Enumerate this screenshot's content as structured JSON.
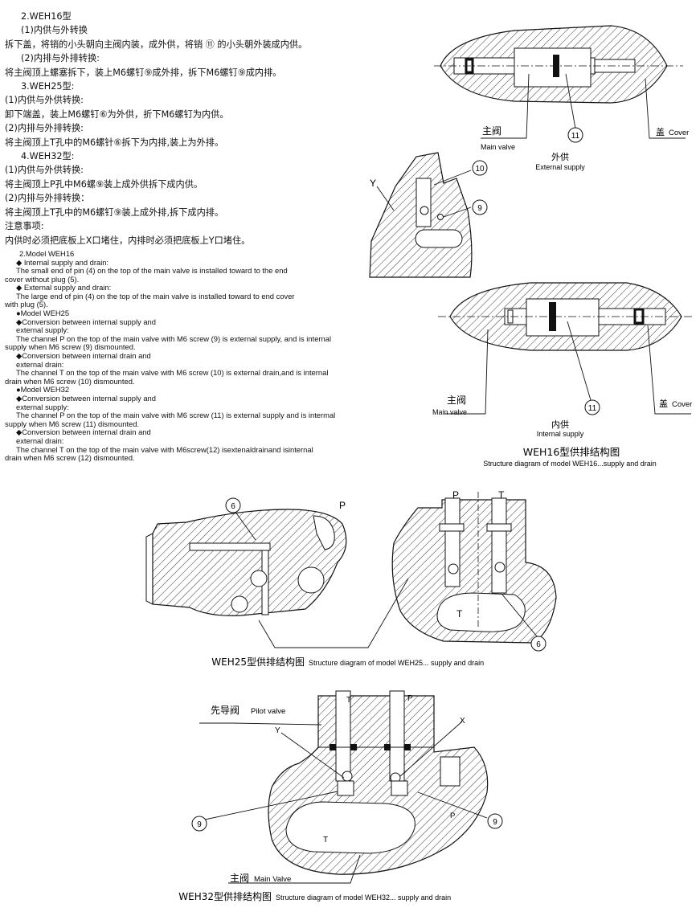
{
  "text_zh": [
    {
      "text": "2.WEH16型",
      "indent": 1
    },
    {
      "text": "(1)内供与外转换",
      "indent": 1
    },
    {
      "text": "拆下盖，将销的小头朝向主阀内装，成外供，将销 ⑪ 的小头朝外装成内供。",
      "indent": 0
    },
    {
      "text": "(2)内排与外排转换:",
      "indent": 1
    },
    {
      "text": "将主阀顶上螺塞拆下，装上M6螺钉⑨成外排，拆下M6螺钉⑨成内排。",
      "indent": 0
    },
    {
      "text": "3.WEH25型:",
      "indent": 1
    },
    {
      "text": "(1)内供与外供转换:",
      "indent": 0
    },
    {
      "text": "卸下端盖，装上M6螺钉⑥为外供，折下M6螺钉为内供。",
      "indent": 0
    },
    {
      "text": "(2)内排与外排转换:",
      "indent": 0
    },
    {
      "text": "将主阀顶上T孔中的M6螺针⑥拆下为内排,装上为外排。",
      "indent": 0
    },
    {
      "text": "4.WEH32型:",
      "indent": 1
    },
    {
      "text": "(1)内供与外供转换:",
      "indent": 0
    },
    {
      "text": "将主阀顶上P孔中M6螺⑨装上成外供拆下成内供。",
      "indent": 0
    },
    {
      "text": "(2)内排与外排转换：",
      "indent": 0
    },
    {
      "text": "将主阀顶上T孔中的M6螺钉⑨装上成外排,拆下成内排。",
      "indent": 0
    },
    {
      "text": "注意事项:",
      "indent": 0
    },
    {
      "text": "内供时必须把底板上X口堵住，内排时必须把底板上Y口堵住。",
      "indent": 0
    }
  ],
  "text_en": [
    {
      "text": "2.Model WEH16",
      "indent": 1
    },
    {
      "text": "◆ Internal supply and drain:",
      "indent": 2
    },
    {
      "text": "The small end of pin (4) on the top of the main valve is installed toward to the end",
      "indent": 2
    },
    {
      "text": "cover without plug (5).",
      "indent": 0
    },
    {
      "text": "◆ External supply and drain:",
      "indent": 2
    },
    {
      "text": "The large end of pin (4) on the top of the main valve is installed toward to end cover",
      "indent": 2
    },
    {
      "text": "with plug (5).",
      "indent": 0
    },
    {
      "text": "●Model WEH25",
      "indent": 2
    },
    {
      "text": "◆Conversion between internal supply and",
      "indent": 2
    },
    {
      "text": "external supply:",
      "indent": 2
    },
    {
      "text": "The channel P on the top of the main valve with M6 screw (9) is external supply, and is internal",
      "indent": 2
    },
    {
      "text": "supply when M6 screw (9) dismounted.",
      "indent": 0
    },
    {
      "text": "◆Conversion between internal drain and",
      "indent": 2
    },
    {
      "text": "external drain:",
      "indent": 2
    },
    {
      "text": "The channel T on the top of the main valve with M6 screw (10) is external drain,and is internal",
      "indent": 2
    },
    {
      "text": "drain when M6 screw (10) dismounted.",
      "indent": 0
    },
    {
      "text": "●Model WEH32",
      "indent": 2
    },
    {
      "text": "◆Conversion between internal supply and",
      "indent": 2
    },
    {
      "text": "external supply:",
      "indent": 2
    },
    {
      "text": "The channel P on the top of the main valve with M6 screw (11) is external supply and is intermal",
      "indent": 2
    },
    {
      "text": "supply when M6 screw (11) dismounted.",
      "indent": 0
    },
    {
      "text": "◆Conversion between internal drain and",
      "indent": 2
    },
    {
      "text": "external drain:",
      "indent": 2
    },
    {
      "text": "The channel T on the top of the main valve with M6screw(12) isextenaldrainand isinternal",
      "indent": 2
    },
    {
      "text": "drain when M6 screw (12) dismounted.",
      "indent": 0
    }
  ],
  "fig16": {
    "main_valve_zh": "主阀",
    "main_valve_en": "Main valve",
    "cover_zh": "盖",
    "cover_en": "Cover",
    "ext_zh": "外供",
    "ext_en": "External supply",
    "int_zh": "内供",
    "int_en": "Internal supply",
    "n11": "11",
    "n10": "10",
    "n9": "9",
    "y": "Y",
    "caption_zh": "WEH16型供排结构图",
    "caption_en": "Structure diagram of model WEH16...supply and drain"
  },
  "fig25": {
    "n6": "6",
    "p": "P",
    "t": "T",
    "caption_zh": "WEH25型供排结构图",
    "caption_en": "Structure diagram of model WEH25... supply and drain"
  },
  "fig32": {
    "pilot_zh": "先导阀",
    "pilot_en": "Pilot valve",
    "main_zh": "主阀",
    "main_en": "Main Valve",
    "t": "T",
    "p": "P",
    "x": "X",
    "y": "Y",
    "n9": "9",
    "caption_zh": "WEH32型供排结构图",
    "caption_en": "Structure diagram of model WEH32... supply and drain"
  }
}
